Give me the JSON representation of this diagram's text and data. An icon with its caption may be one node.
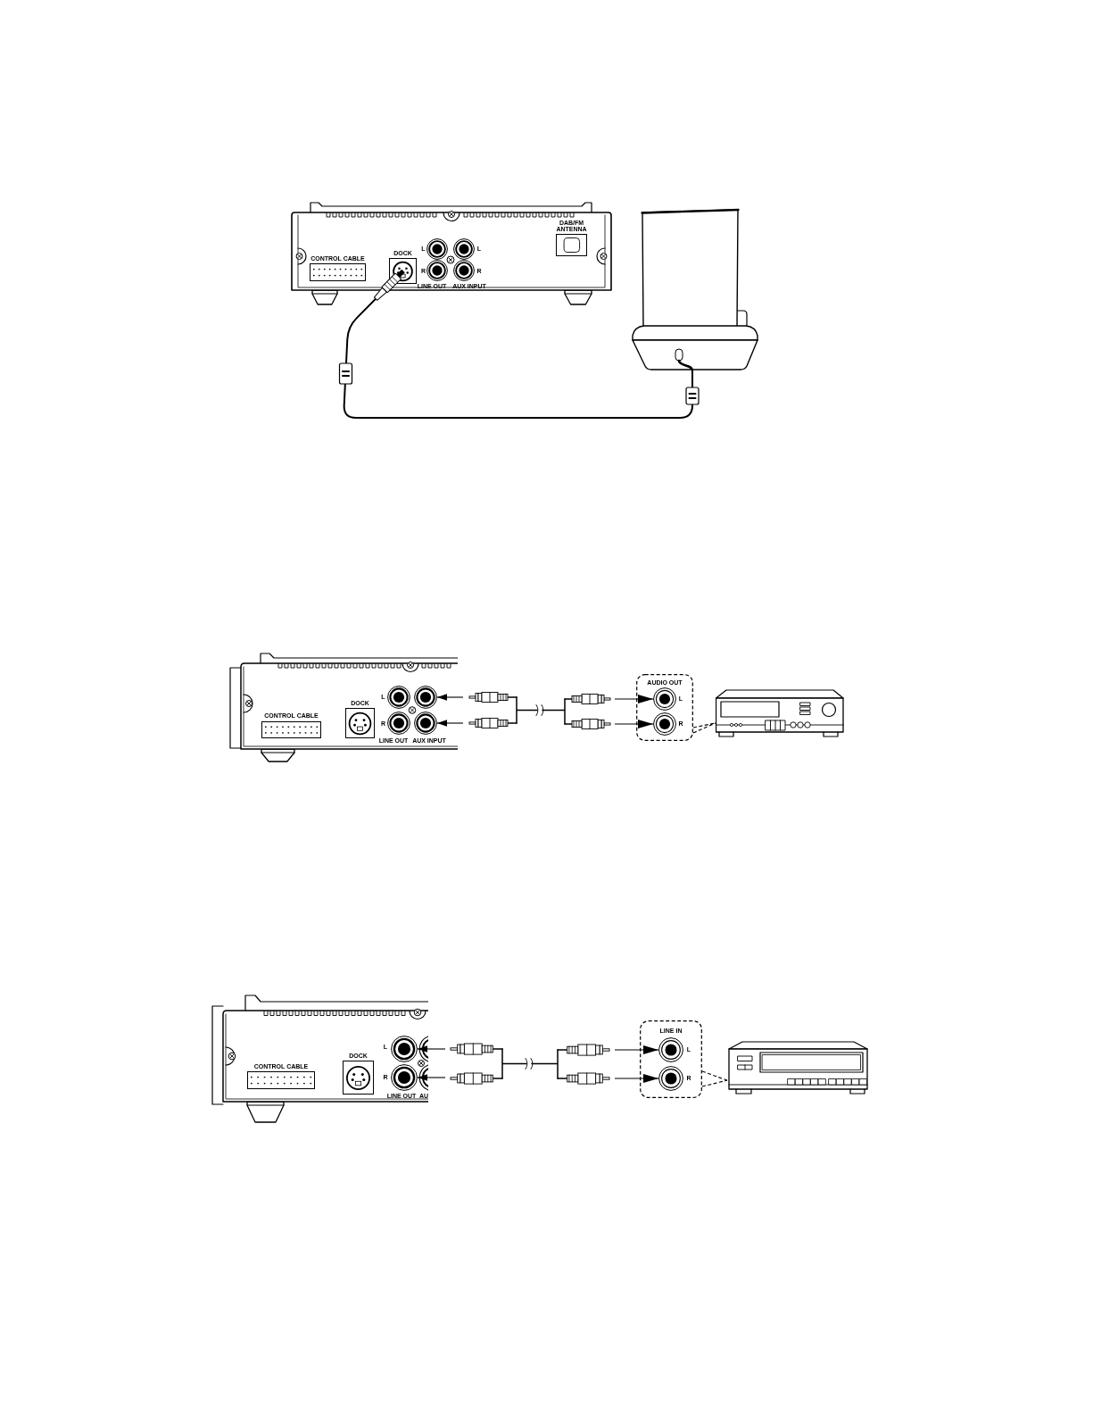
{
  "diagram": {
    "nodes": [
      {
        "text": [],
        "shape": "picture"
      },
      {
        "text": [
          "CONTROL CABLE"
        ],
        "in": 0
      },
      {
        "text": [
          "DOCK"
        ],
        "in": 0
      },
      {
        "text": [],
        "shape": "circle",
        "beside": [
          "L"
        ],
        "in": 0
      },
      {
        "text": [],
        "shape": "circle",
        "beside": [
          "L"
        ],
        "in": 0
      },
      {
        "text": [],
        "shape": "circle",
        "beside": [
          "R"
        ],
        "in": 0
      },
      {
        "text": [],
        "shape": "circle",
        "beside": [
          "R"
        ],
        "in": 0
      },
      {
        "text": [
          "DAB/FM ANTENNA"
        ],
        "in": 0
      },
      {
        "text": [],
        "shape": "picture"
      },
      {
        "text": [],
        "shape": "picture"
      },
      {
        "text": [
          "CONTROL CABLE"
        ],
        "in": 9
      },
      {
        "text": [
          "DOCK"
        ],
        "in": 9
      },
      {
        "text": [],
        "shape": "circle",
        "beside": [
          "L"
        ],
        "in": 9
      },
      {
        "text": [],
        "shape": "circle",
        "in": 9
      },
      {
        "text": [],
        "shape": "circle",
        "beside": [
          "R"
        ],
        "in": 9
      },
      {
        "text": [],
        "shape": "circle",
        "in": 9
      },
      {
        "text": [
          "AUDIO OUT"
        ]
      },
      {
        "text": [],
        "shape": "circle",
        "beside": [
          "L"
        ],
        "in": 16
      },
      {
        "text": [],
        "shape": "circle",
        "beside": [
          "R"
        ],
        "in": 16
      },
      {
        "text": [],
        "shape": "picture"
      },
      {
        "text": [],
        "shape": "picture"
      },
      {
        "text": [
          "CONTROL CABLE"
        ],
        "in": 20
      },
      {
        "text": [
          "DOCK"
        ],
        "in": 20
      },
      {
        "text": [],
        "shape": "circle",
        "beside": [
          "L"
        ],
        "in": 20
      },
      {
        "text": [],
        "shape": "circle",
        "beside": [
          "R"
        ],
        "in": 20
      },
      {
        "text": [
          "LINE IN"
        ]
      },
      {
        "text": [],
        "shape": "circle",
        "beside": [
          "L"
        ],
        "in": 25
      },
      {
        "text": [],
        "shape": "circle",
        "beside": [
          "R"
        ],
        "in": 25
      },
      {
        "text": [],
        "shape": "picture"
      }
    ],
    "edges": [
      {
        "from": 2,
        "to": 8,
        "arrow": "other"
      },
      {
        "from": null,
        "to": 13,
        "arrow": "to"
      },
      {
        "from": null,
        "to": 15,
        "arrow": "to"
      },
      {
        "from": null,
        "to": 17,
        "arrow": "to"
      },
      {
        "from": null,
        "to": 18,
        "arrow": "to"
      },
      {
        "from": 16,
        "to": 19,
        "arrow": "none",
        "style": "dashed"
      },
      {
        "from": null,
        "to": 23,
        "arrow": "to"
      },
      {
        "from": null,
        "to": 24,
        "arrow": "to"
      },
      {
        "from": null,
        "to": 26,
        "arrow": "to"
      },
      {
        "from": null,
        "to": 27,
        "arrow": "to"
      },
      {
        "from": 25,
        "to": 28,
        "arrow": "none",
        "style": "dashed"
      }
    ],
    "labels": [
      "LINE OUT",
      "AUX INPUT",
      "LINE OUT",
      "AUX INPUT",
      "LINE OUT",
      "AU"
    ]
  }
}
